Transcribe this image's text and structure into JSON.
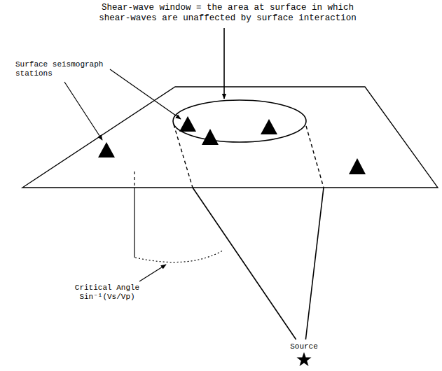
{
  "diagram": {
    "labels": [
      "Shear-wave window = the area at surface in which shear-waves are unaffected by surface interaction",
      "Surface seismograph stations",
      "Critical Angle Sin⁻¹(Vs/Vp)",
      "Source"
    ]
  }
}
